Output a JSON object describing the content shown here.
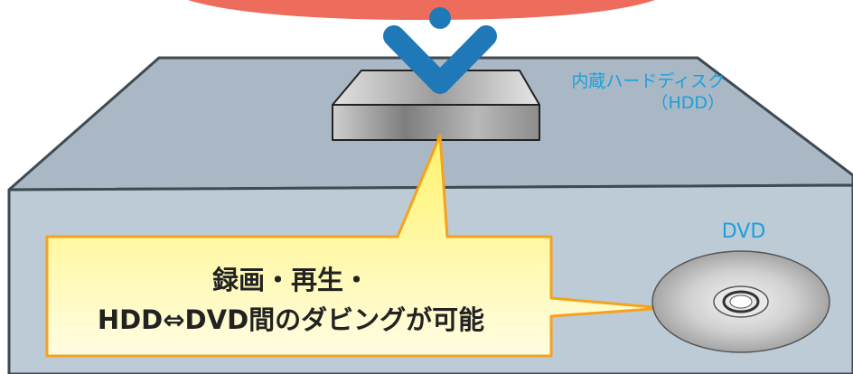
{
  "labels": {
    "hdd_line1": "内蔵ハードディスク",
    "hdd_line2": "（HDD）",
    "dvd": "DVD"
  },
  "callout": {
    "line1": "録画・再生・",
    "line2": "HDD⇔DVD間のダビングが可能"
  },
  "colors": {
    "banner": "#ee6c5c",
    "arrow": "#1f79b8",
    "cabinet_top": "#a9b8c4",
    "cabinet_front": "#bccbd6",
    "cabinet_edge": "#3f4a52",
    "label_text": "#1aa0dc",
    "callout_fill": "#fff36a",
    "callout_border": "#f5a21f"
  },
  "icons": {
    "arrow": "chevron-down-dot",
    "disc": "dvd-disc"
  }
}
